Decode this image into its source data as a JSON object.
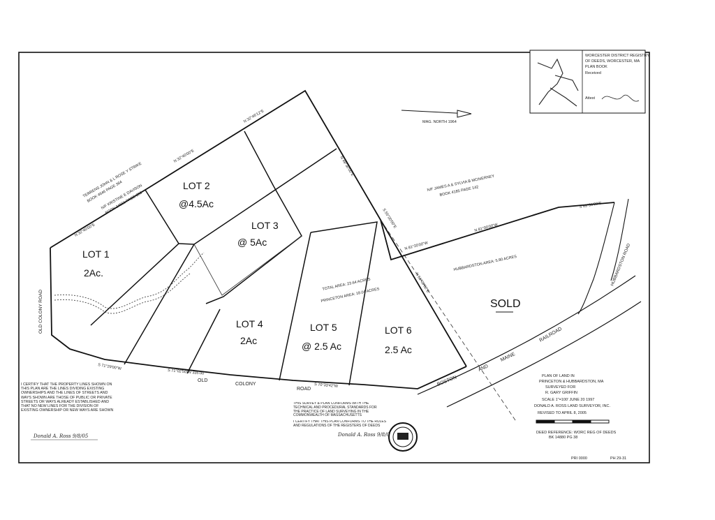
{
  "lots": [
    {
      "name": "LOT 1",
      "area": "2Ac."
    },
    {
      "name": "LOT 2",
      "area": "@4.5Ac"
    },
    {
      "name": "LOT 3",
      "area": "@ 5Ac"
    },
    {
      "name": "LOT 4",
      "area": "2Ac"
    },
    {
      "name": "LOT 5",
      "area": "@ 2.5 Ac"
    },
    {
      "name": "LOT 6",
      "area": "2.5 Ac"
    }
  ],
  "sold_label": "SOLD",
  "roads": {
    "old_colony_left": "OLD COLONY ROAD",
    "old_colony_bottom_1": "OLD",
    "old_colony_bottom_2": "COLONY",
    "old_colony_bottom_3": "ROAD",
    "railroad_1": "BOSTON",
    "railroad_2": "AND",
    "railroad_3": "MAINE",
    "railroad_4": "RAILROAD",
    "hubbardston_road": "HUBBARDSTON ROAD"
  },
  "abutters": {
    "nw": "TERRENS JOHN & L ROSE Y STRIKE",
    "nw_book": "BOOK 4646 PAGE 384",
    "nw2": "N/F KRISTINE E DAVISON",
    "nw2_book": "BOOK 24551 PAGE 286",
    "ne": "N/F JAMES A & SYLVIA B MCINERNEY",
    "ne_book": "BOOK 4185 PAGE 142"
  },
  "areas": {
    "total": "TOTAL AREA: 23.64 ACRES",
    "princeton": "PRINCETON AREA: 18.04 ACRES",
    "hubbardston": "HUBBARDSTON AREA: 5.80 ACRES"
  },
  "bearings": {
    "b1": "N 32°40'00\"E",
    "b2": "N 32°40'00\"E",
    "b3": "N 32°46'12\"E",
    "b4": "N 49°30'00\"E",
    "b5": "S 55°20'00\"E",
    "b6": "N 61°00'00\"E",
    "b7": "N 81°20'00\"W",
    "b8": "N 81°00'00\"W",
    "b9": "S 69°35'00\"E",
    "b10": "S 71°02'50\"W 335.00",
    "b11": "S 70°33'42\"W",
    "b12": "S 71°29'00\"W",
    "north_note": "MAG. NORTH 1964"
  },
  "left_certification": "I CERTIFY THAT THE PROPERTY LINES SHOWN ON THIS PLAN ARE THE LINES DIVIDING EXISTING OWNERSHIPS AND THE LINES OF STREETS AND WAYS SHOWN ARE THOSE OF PUBLIC OR PRIVATE STREETS OR WAYS ALREADY ESTABLISHED AND THAT NO NEW LINES FOR THE DIVISION OF EXISTING OWNERSHIP OR NEW WAYS ARE SHOWN",
  "center_note": "THIS SURVEY & PLAN CONFORMS WITH THE TECHNICAL AND PROCEDURAL STANDARDS FOR THE PRACTICE OF LAND SURVEYING IN THE COMMONWEALTH OF MASSACHUSETTS",
  "center_cert": "I CERTIFY THAT THIS PLAN CONFORMS TO THE RULES AND REGULATIONS OF THE REGISTERS OF DEEDS",
  "signature_left": "Donald A. Ross  9/8/05",
  "signature_center": "Donald A. Ross  9/8/05",
  "title_block": {
    "line1": "PLAN OF LAND IN",
    "line2": "PRINCETON & HUBBARDSTON, MA",
    "line3": "SURVEYED FOR",
    "line4": "R. GARY GRIFFIN",
    "line5": "SCALE 1\"=100' JUNE 20 1997",
    "line6": "DONALD A. ROSS LAND SURVEYOR, INC.",
    "line7": "REVISED TO APRIL 8, 2005"
  },
  "deed_reference": "DEED REFERENCE: WORC REG OF DEEDS",
  "deed_book": "BK 14880 PG 38",
  "registry": {
    "line1": "WORCESTER DISTRICT REGISTRY",
    "line2": "OF DEEDS, WORCESTER, MA",
    "line3": "PLAN BOOK",
    "line4": "Received",
    "line5": "Attest"
  },
  "footer_codes": [
    "PRI 0000",
    "PH 29-31"
  ]
}
